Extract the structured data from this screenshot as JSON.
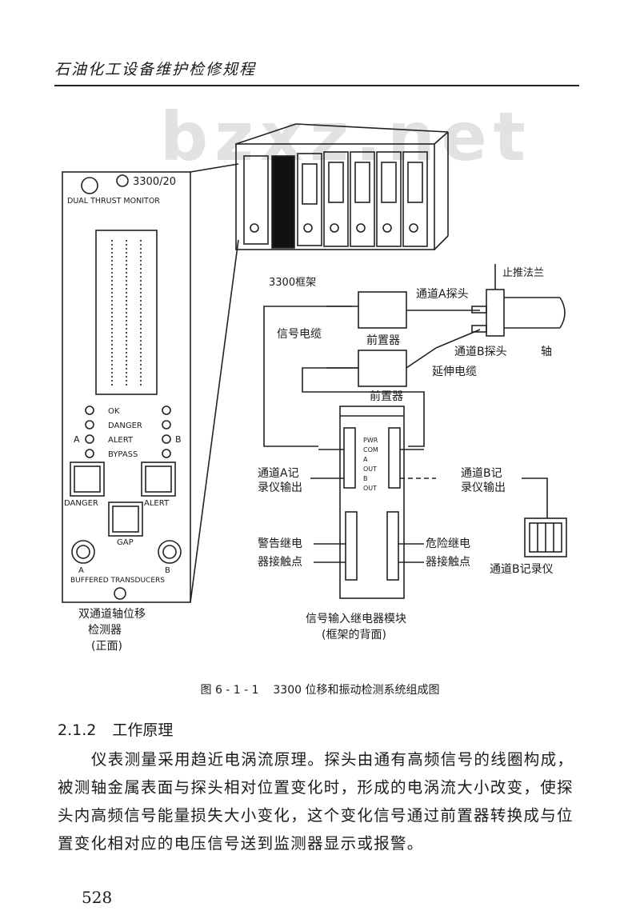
{
  "header": {
    "title": "石油化工设备维护检修规程"
  },
  "watermark": "bzxz.net",
  "figure": {
    "monitor": {
      "model": "3300/20",
      "name": "DUAL THRUST MONITOR",
      "status_lights": [
        "OK",
        "DANGER",
        "ALERT",
        "BYPASS"
      ],
      "channel_a": "A",
      "channel_b": "B",
      "button_danger": "DANGER",
      "button_alert": "ALERT",
      "button_gap": "GAP",
      "connector_a": "A",
      "connector_b": "B",
      "buffered_label": "BUFFERED TRANSDUCERS"
    },
    "labels": {
      "rack": "3300框架",
      "channel_a_probe": "通道A探头",
      "thrust_flange": "止推法兰",
      "signal_cable": "信号电缆",
      "preamp_1": "前置器",
      "channel_b_probe": "通道B探头",
      "shaft": "轴",
      "extension_cable": "延伸电缆",
      "preamp_2": "前置器",
      "channel_a_rec_1": "通道A记",
      "channel_a_rec_2": "录仪输出",
      "channel_b_rec_1": "通道B记",
      "channel_b_rec_2": "录仪输出",
      "alarm_relay_1": "警告继电",
      "alarm_relay_2": "器接触点",
      "danger_relay_1": "危险继电",
      "danger_relay_2": "器接触点",
      "channel_b_recorder": "通道B记录仪",
      "monitor_caption_1": "双通道轴位移",
      "monitor_caption_2": "检测器",
      "monitor_caption_3": "(正面)",
      "relay_module_1": "信号输入继电器模块",
      "relay_module_2": "(框架的背面)"
    },
    "terminal_labels": [
      "PWR",
      "COM",
      "A",
      "OUT",
      "B",
      "OUT"
    ]
  },
  "caption": {
    "number": "图 6 - 1 - 1",
    "text": "3300 位移和振动检测系统组成图"
  },
  "section": {
    "number": "2.1.2",
    "title": "工作原理",
    "paragraph": "仪表测量采用趋近电涡流原理。探头由通有高频信号的线圈构成，被测轴金属表面与探头相对位置变化时，形成的电涡流大小改变，使探头内高频信号能量损失大小变化，这个变化信号通过前置器转换成与位置变化相对应的电压信号送到监测器显示或报警。"
  },
  "page_number": "528"
}
